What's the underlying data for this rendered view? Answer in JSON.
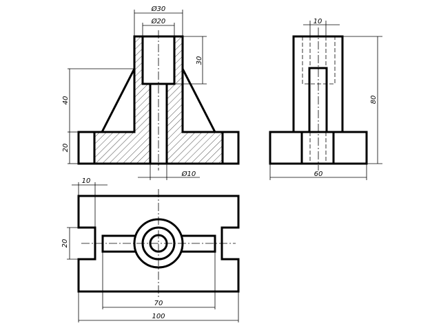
{
  "title": "Technical drawing – three orthographic views of a flanged bushing",
  "dimensions": {
    "d30": "Ø30",
    "d20": "Ø20",
    "d10": "Ø10",
    "h30": "30",
    "h40": "40",
    "h20_front": "20",
    "w10_side": "10",
    "h80": "80",
    "w60": "60",
    "w10_top": "10",
    "h20_top": "20",
    "w70": "70",
    "w100": "100"
  }
}
